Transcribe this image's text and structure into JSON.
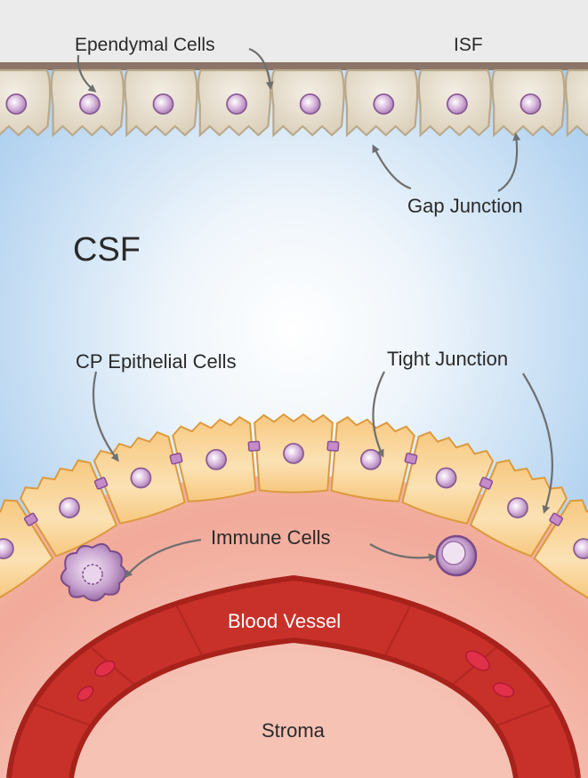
{
  "labels": {
    "isf": "ISF",
    "ependymal_cells": "Ependymal Cells",
    "gap_junction": "Gap Junction",
    "csf": "CSF",
    "cp_epithelial_cells": "CP Epithelial Cells",
    "tight_junction": "Tight Junction",
    "immune_cells": "Immune Cells",
    "blood_vessel": "Blood Vessel",
    "stroma": "Stroma"
  },
  "colors": {
    "isf_fill": "#ebebeb",
    "basement_membrane": "#8b7468",
    "ependymal_cell": "#e2d8c6",
    "cell_outline": "#b9a98c",
    "nucleus": "#d9b8dd",
    "nucleus_outline": "#8a5b95",
    "csf_blue": "#b3d3ee",
    "cp_cell": "#f5c172",
    "cp_cell_outline": "#dc9a3d",
    "tight_junction": "#c68cc8",
    "stroma": "#f2b8aa",
    "blood_vessel": "#c8312a",
    "vessel_wall": "#b52a23",
    "red_blood_cell": "#e0304a",
    "arrow": "#6f6f6f"
  }
}
